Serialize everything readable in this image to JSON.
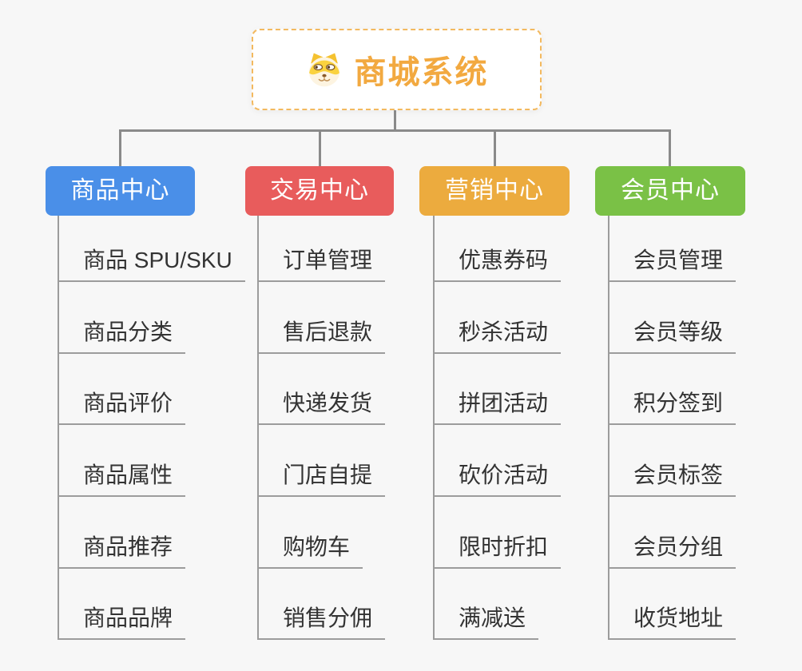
{
  "page": {
    "background_color": "#f7f7f7",
    "connector_color": "#8a8a8a",
    "leaf_line_color": "#9c9c9c",
    "leaf_text_color": "#333333"
  },
  "root": {
    "title": "商城系统",
    "title_color": "#f2a940",
    "border_color": "#f3b95f",
    "icon": "doge-face-icon"
  },
  "branches": [
    {
      "label": "商品中心",
      "color": "#4a8fe8",
      "children": [
        "商品 SPU/SKU",
        "商品分类",
        "商品评价",
        "商品属性",
        "商品推荐",
        "商品品牌"
      ]
    },
    {
      "label": "交易中心",
      "color": "#e85c5c",
      "children": [
        "订单管理",
        "售后退款",
        "快递发货",
        "门店自提",
        "购物车",
        "销售分佣"
      ]
    },
    {
      "label": "营销中心",
      "color": "#ecab3e",
      "children": [
        "优惠券码",
        "秒杀活动",
        "拼团活动",
        "砍价活动",
        "限时折扣",
        "满减送"
      ]
    },
    {
      "label": "会员中心",
      "color": "#7ac146",
      "children": [
        "会员管理",
        "会员等级",
        "积分签到",
        "会员标签",
        "会员分组",
        "收货地址"
      ]
    }
  ]
}
